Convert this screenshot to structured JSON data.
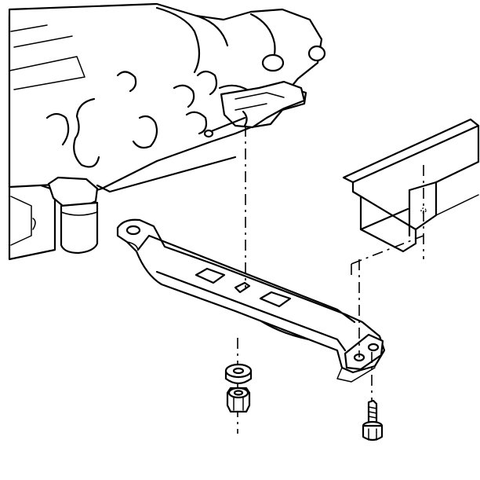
{
  "diagram": {
    "parts": [
      {
        "id": "transmission-assembly"
      },
      {
        "id": "transmission-support-crossmember"
      },
      {
        "id": "frame-rail"
      },
      {
        "id": "washer"
      },
      {
        "id": "nut"
      },
      {
        "id": "bolt"
      }
    ],
    "colors": {
      "line": "#000000",
      "background": "#ffffff"
    }
  }
}
